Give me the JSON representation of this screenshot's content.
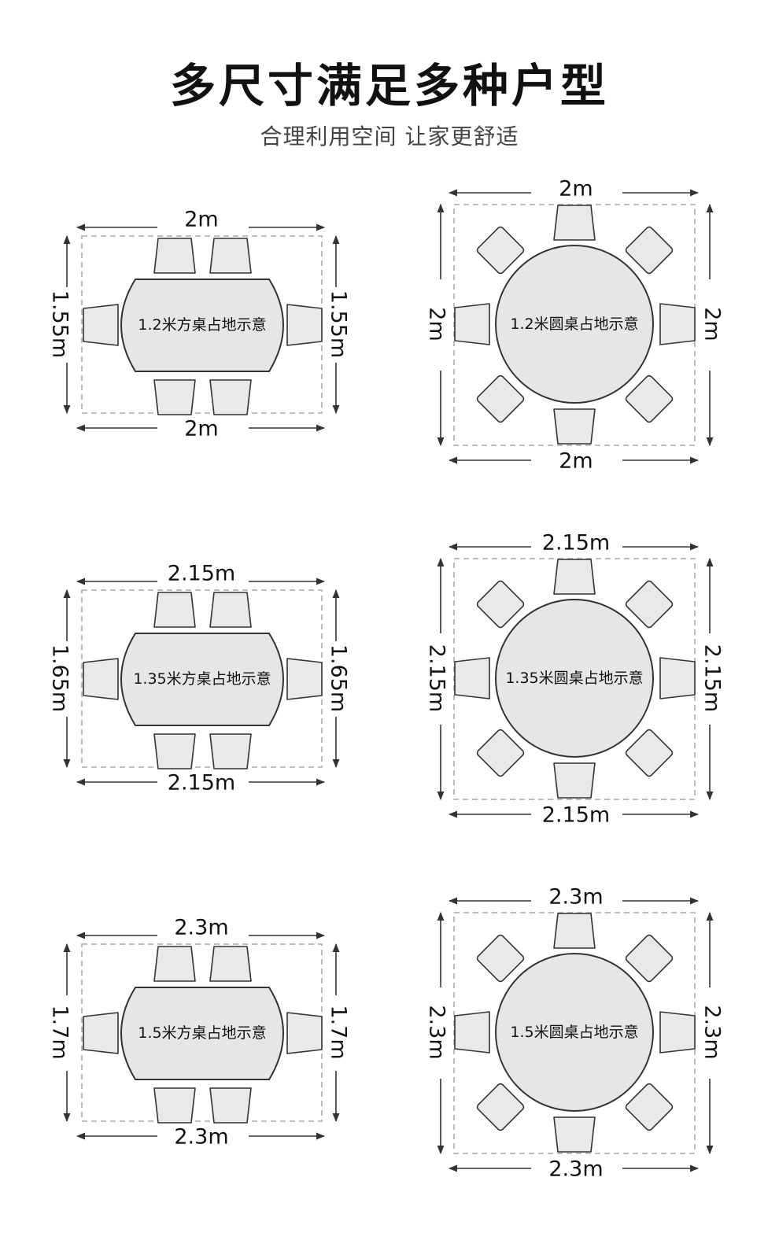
{
  "header": {
    "title": "多尺寸满足多种户型",
    "subtitle": "合理利用空间 让家更舒适"
  },
  "layouts": [
    {
      "id": "rect-1",
      "shape": "rect",
      "label": "1.2米方桌占地示意",
      "top_width": "2m",
      "bottom_width": "2m",
      "left_height": "1.55m",
      "right_height": "1.55m"
    },
    {
      "id": "round-1",
      "shape": "round",
      "label": "1.2米圆桌占地示意",
      "top_width": "2m",
      "bottom_width": "2m",
      "left_height": "2m",
      "right_height": "2m"
    },
    {
      "id": "rect-2",
      "shape": "rect",
      "label": "1.35米方桌占地示意",
      "top_width": "2.15m",
      "bottom_width": "2.15m",
      "left_height": "1.65m",
      "right_height": "1.65m"
    },
    {
      "id": "round-2",
      "shape": "round",
      "label": "1.35米圆桌占地示意",
      "top_width": "2.15m",
      "bottom_width": "2.15m",
      "left_height": "2.15m",
      "right_height": "2.15m"
    },
    {
      "id": "rect-3",
      "shape": "rect",
      "label": "1.5米方桌占地示意",
      "top_width": "2.3m",
      "bottom_width": "2.3m",
      "left_height": "1.7m",
      "right_height": "1.7m"
    },
    {
      "id": "round-3",
      "shape": "round",
      "label": "1.5米圆桌占地示意",
      "top_width": "2.3m",
      "bottom_width": "2.3m",
      "left_height": "2.3m",
      "right_height": "2.3m"
    }
  ],
  "colors": {
    "table_fill": "#e6e6e6",
    "chair_fill": "#e9e9e9",
    "stroke": "#333333",
    "dashed": "#aaaaaa"
  }
}
